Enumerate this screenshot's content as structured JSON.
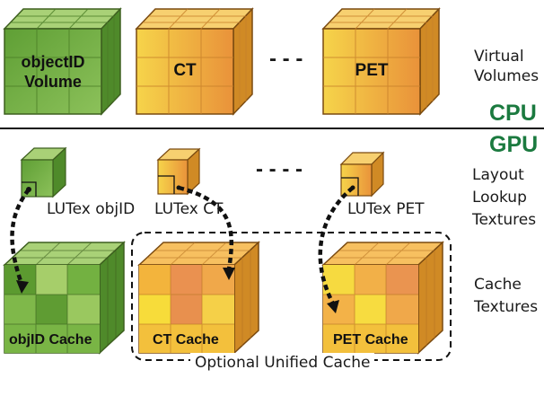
{
  "virtual_volumes": {
    "cubes": [
      {
        "label_line1": "objectID",
        "label_line2": "Volume"
      },
      {
        "label": "CT"
      },
      {
        "label": "PET"
      }
    ],
    "ellipsis": "- - -",
    "row_label_line1": "Virtual",
    "row_label_line2": "Volumes"
  },
  "divider": {
    "cpu_label": "CPU",
    "gpu_label": "GPU"
  },
  "lookup_textures": {
    "items": [
      {
        "label": "LUTex objID"
      },
      {
        "label": "LUTex CT"
      },
      {
        "label": "LUTex PET"
      }
    ],
    "ellipsis": "- - - -",
    "row_label_line1": "Layout",
    "row_label_line2": "Lookup",
    "row_label_line3": "Textures"
  },
  "cache_textures": {
    "items": [
      {
        "label": "objID Cache"
      },
      {
        "label": "CT Cache"
      },
      {
        "label": "PET Cache"
      }
    ],
    "unified_label": "Optional Unified Cache",
    "row_label_line1": "Cache",
    "row_label_line2": "Textures"
  },
  "colors": {
    "green_front": "#6fae3c",
    "green_top": "#a9d177",
    "green_side": "#4f8a2a",
    "orange_front": "#f0b43a",
    "orange_top": "#f7d070",
    "orange_side": "#d08a25",
    "cpu_gpu": "#1b7a3f"
  }
}
